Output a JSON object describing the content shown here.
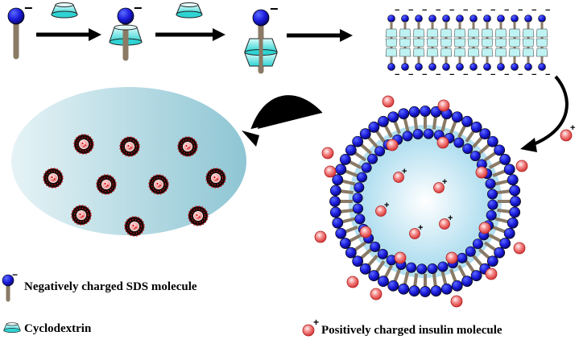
{
  "legend": {
    "sds_label": "Negatively charged SDS molecule",
    "cyclodextrin_label": "Cyclodextrin",
    "insulin_label": "Positively charged insulin molecule"
  },
  "symbols": {
    "negative": "−",
    "positive": "+"
  },
  "colors": {
    "sds_head": "#1a1adb",
    "sds_tail": "#8a7a66",
    "cyclodextrin": "#2fd3d3",
    "insulin": "#f07070",
    "vesicle_fill": "#bfe6f2",
    "ellipse_fill": "#9fd0dc",
    "particle_core": "#1a0a0a",
    "particle_dots": "#e01010"
  }
}
